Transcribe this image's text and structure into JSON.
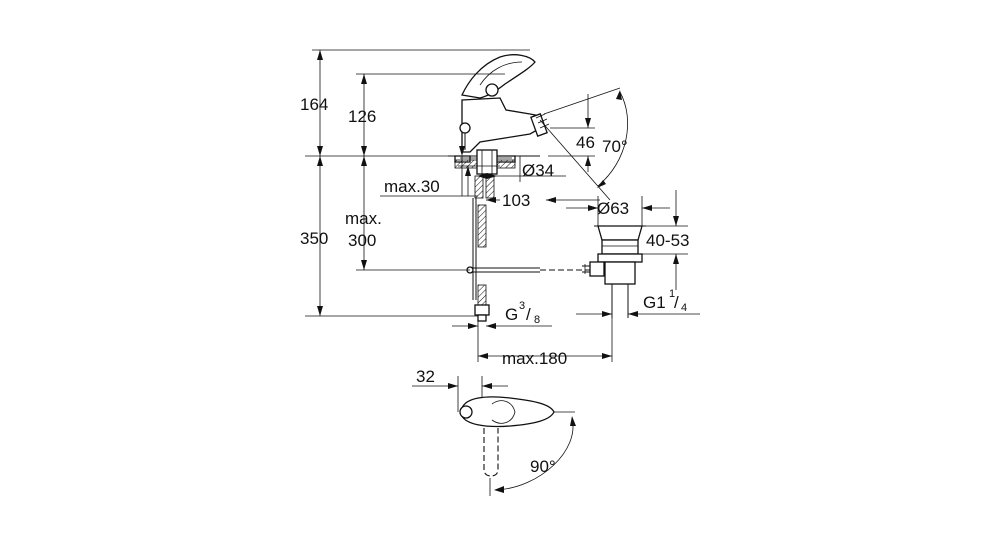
{
  "dimensions": {
    "height_total": "164",
    "height_spout": "126",
    "spout_offset": "46",
    "spout_angle": "70°",
    "hole_diameter": "Ø34",
    "deck_thickness": "max.30",
    "spout_reach": "103",
    "height_below_deck": "350",
    "max_label": "max.",
    "max_value": "300",
    "waste_diameter": "Ø63",
    "waste_range": "40-53",
    "waste_thread_main": "G1",
    "waste_thread_num": "1",
    "waste_thread_den": "4",
    "supply_thread_main": "G",
    "supply_thread_num": "3",
    "supply_thread_den": "8",
    "pull_rod": "max.180",
    "lever_offset": "32",
    "lever_angle": "90°"
  }
}
